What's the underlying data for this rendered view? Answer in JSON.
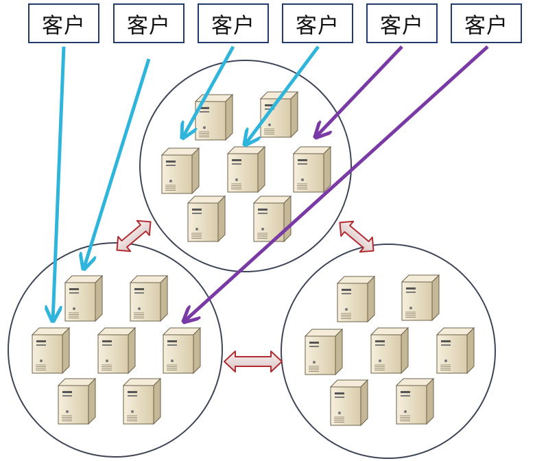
{
  "clients": [
    {
      "label": "客户",
      "arrow_color": "cyan"
    },
    {
      "label": "客户",
      "arrow_color": "cyan"
    },
    {
      "label": "客户",
      "arrow_color": "cyan"
    },
    {
      "label": "客户",
      "arrow_color": "cyan"
    },
    {
      "label": "客户",
      "arrow_color": "purple"
    },
    {
      "label": "客户",
      "arrow_color": "purple"
    }
  ],
  "clusters": [
    {
      "id": "top",
      "server_count": 7
    },
    {
      "id": "bottom-left",
      "server_count": 7
    },
    {
      "id": "bottom-right",
      "server_count": 7
    }
  ],
  "links": [
    {
      "from": "top",
      "to": "bottom-left",
      "style": "double-arrow",
      "color": "red-outline"
    },
    {
      "from": "top",
      "to": "bottom-right",
      "style": "double-arrow",
      "color": "red-outline"
    },
    {
      "from": "bottom-left",
      "to": "bottom-right",
      "style": "double-arrow",
      "color": "red-outline"
    }
  ],
  "colors": {
    "cyan_arrow": "#2fb4dc",
    "purple_arrow": "#7a3aa6",
    "cluster_border": "#3c4456",
    "double_arrow_stroke": "#b02a30",
    "double_arrow_fill": "#e8d8d8",
    "server_body": "#e9dfc7",
    "server_side": "#c5b897",
    "server_top": "#f4ecd9"
  }
}
